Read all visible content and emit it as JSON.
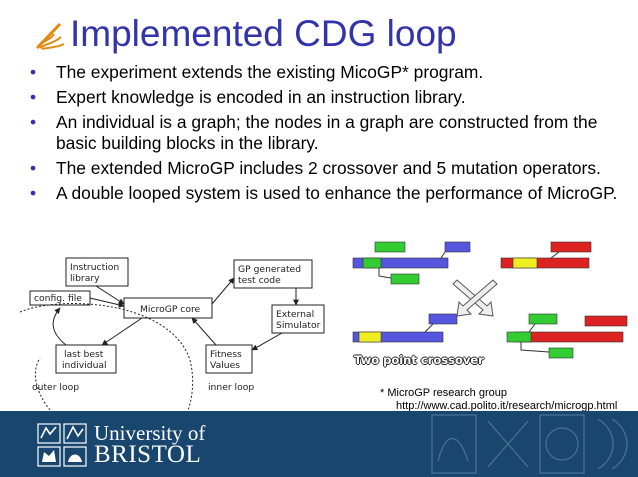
{
  "slide": {
    "title": "Implemented CDG loop",
    "title_icon": "pencil-swoosh-icon",
    "bullets": [
      "The experiment extends the existing MicoGP* program.",
      "Expert knowledge is encoded in an instruction library.",
      "An individual is a graph; the nodes in a graph are constructed from the basic building blocks in the library.",
      "The extended MicroGP includes 2 crossover and 5 mutation operators.",
      "A double looped system is used to enhance the performance of MicroGP."
    ],
    "bullet_symbol": "•"
  },
  "diagram": {
    "instruction_library_l1": "Instruction",
    "instruction_library_l2": "library",
    "config_file": "config. file",
    "microgp_core": "MicroGP core",
    "gp_generated_l1": "GP generated",
    "gp_generated_l2": "test code",
    "external_sim_l1": "External",
    "external_sim_l2": "Simulator",
    "fitness_l1": "Fitness",
    "fitness_l2": "Values",
    "last_best_l1": "last best",
    "last_best_l2": "individual",
    "outer_loop": "outer loop",
    "inner_loop": "inner loop"
  },
  "crossover": {
    "label": "Two point crossover",
    "colors": {
      "green": "#33cc33",
      "blue": "#5555dd",
      "red": "#dd2222",
      "yellow": "#eeee22"
    }
  },
  "footnote": {
    "text": "* MicroGP research group",
    "url": "http://www.cad.polito.it/research/microgp.html"
  },
  "footer": {
    "university_line1": "University of",
    "university_line2": "BRISTOL",
    "background": "#18466e",
    "crest_icon": "university-crest-icon"
  }
}
